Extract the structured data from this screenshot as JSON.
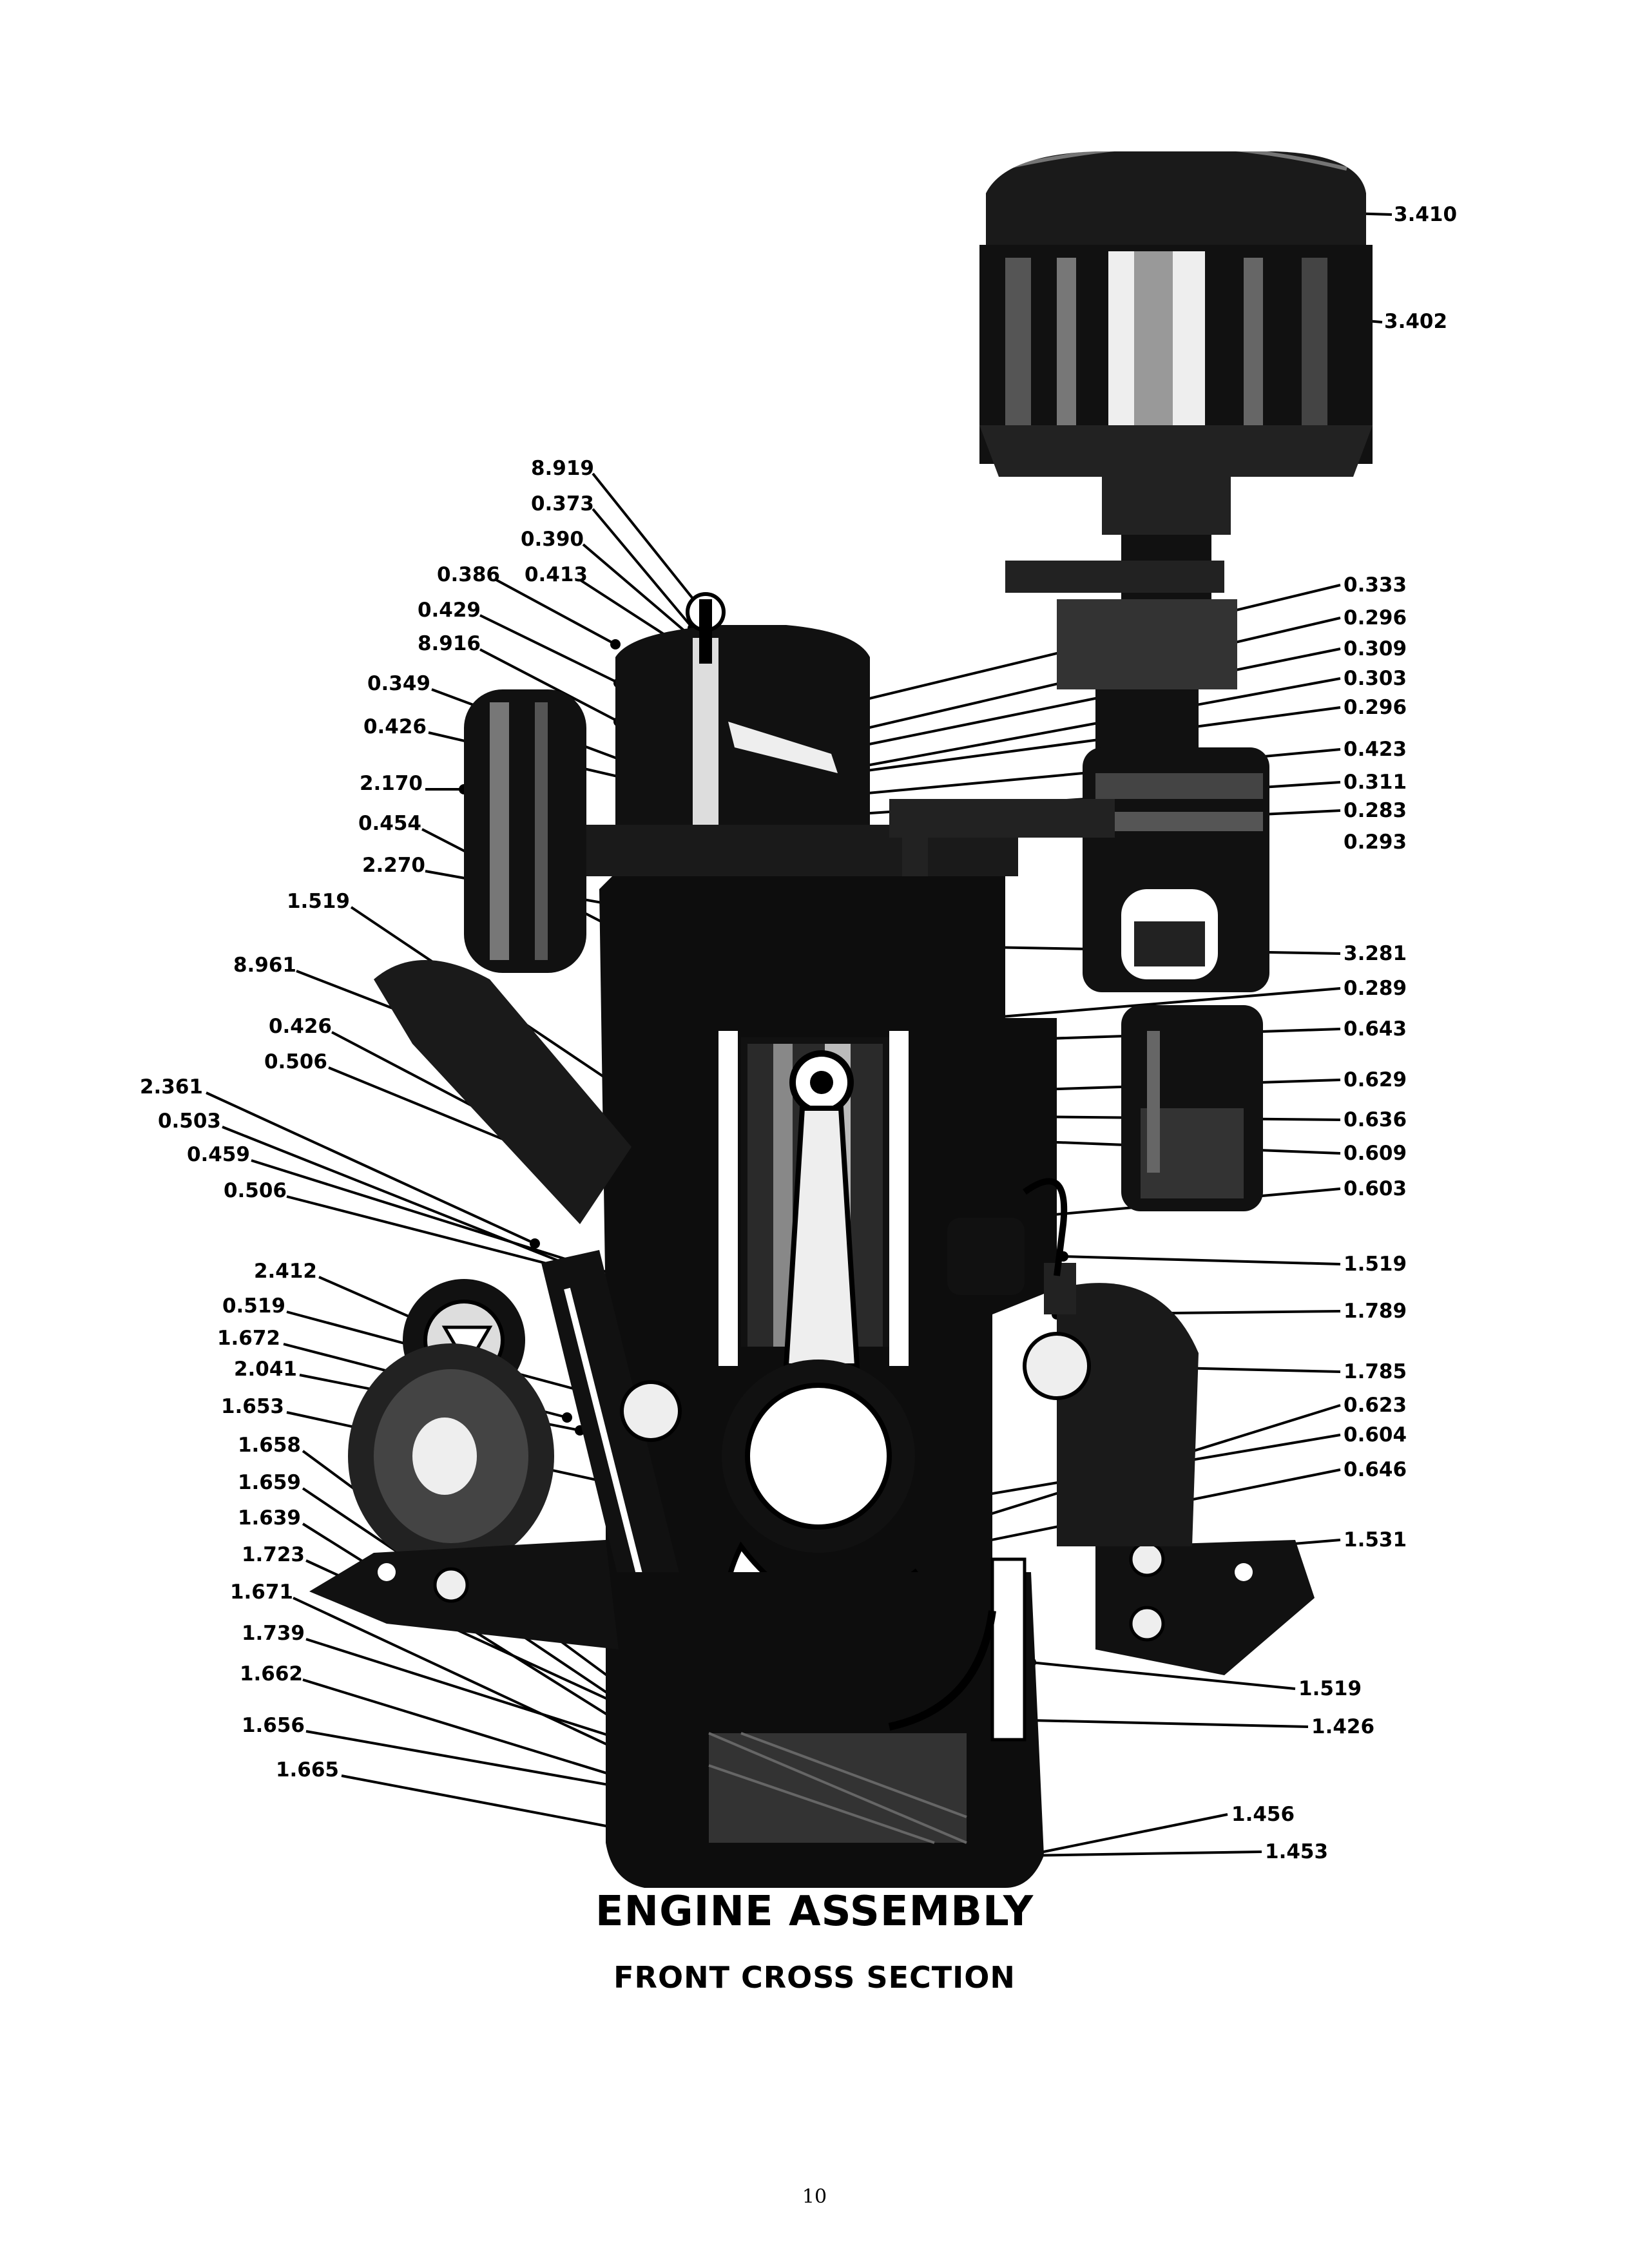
{
  "caption": {
    "title": "ENGINE ASSEMBLY",
    "subtitle": "FRONT CROSS SECTION"
  },
  "page_number": "10",
  "callouts": [
    "3.410",
    "3.402",
    "8.919",
    "0.373",
    "0.390",
    "0.386",
    "0.413",
    "0.429",
    "8.916",
    "0.349",
    "0.426",
    "2.170",
    "0.454",
    "2.270",
    "1.519",
    "8.961",
    "0.426",
    "0.506",
    "2.361",
    "0.503",
    "0.459",
    "0.506",
    "2.412",
    "0.519",
    "1.672",
    "2.041",
    "1.653",
    "1.658",
    "1.659",
    "1.639",
    "1.723",
    "1.671",
    "1.739",
    "1.662",
    "1.656",
    "1.665",
    "0.333",
    "0.296",
    "0.309",
    "0.303",
    "0.296",
    "0.423",
    "0.311",
    "0.283",
    "0.293",
    "3.281",
    "0.289",
    "0.643",
    "0.629",
    "0.636",
    "0.609",
    "0.603",
    "1.519",
    "1.789",
    "1.785",
    "0.623",
    "0.604",
    "0.646",
    "1.531",
    "1.519",
    "1.426",
    "1.456",
    "1.453"
  ]
}
